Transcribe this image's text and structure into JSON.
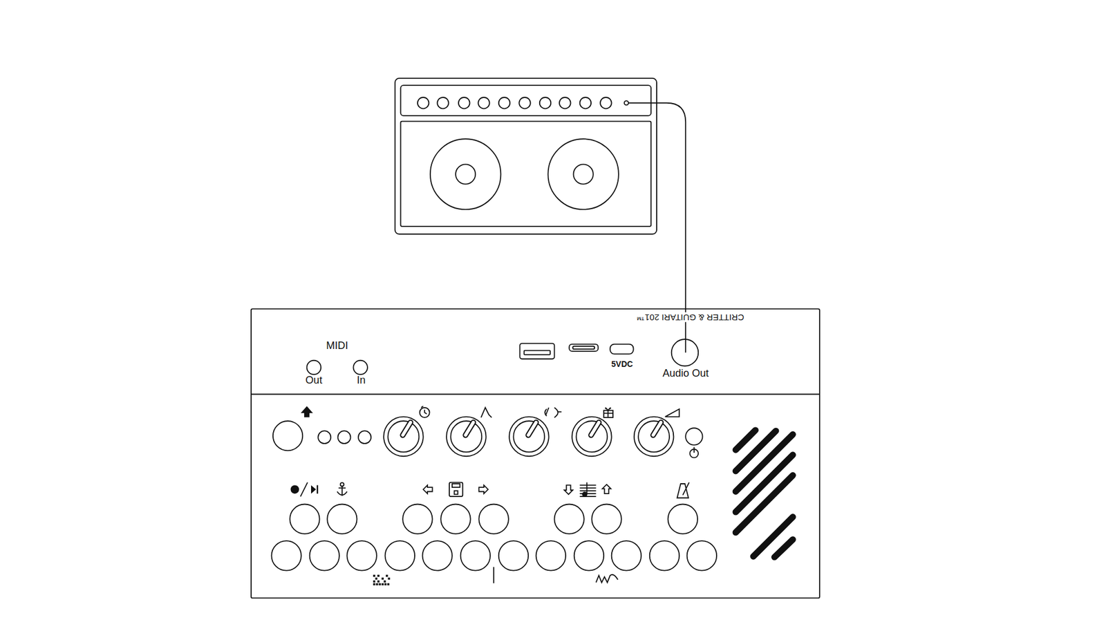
{
  "diagram": {
    "nodes": [
      {
        "text": [
          "CRITTER & GUITARI 201™",
          "MIDI",
          "Out",
          "In",
          "5VDC",
          "Audio Out"
        ]
      }
    ]
  }
}
